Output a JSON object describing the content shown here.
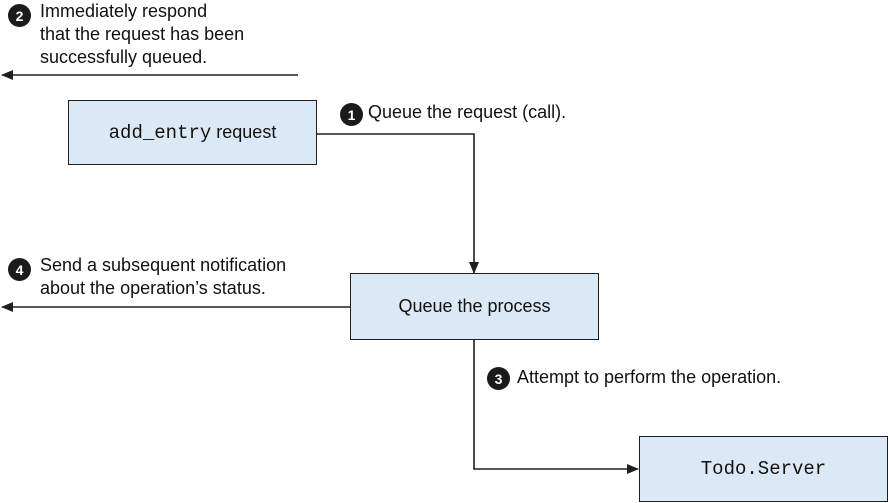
{
  "nodes": {
    "add_entry": {
      "code": "add_entry",
      "text": "request"
    },
    "queue_process": {
      "label": "Queue the process"
    },
    "todo_server": {
      "label": "Todo.Server"
    }
  },
  "steps": [
    {
      "number": "1",
      "text": [
        "Queue the request (call)."
      ]
    },
    {
      "number": "2",
      "text": [
        "Immediately respond",
        "that the request has been",
        "successfully queued."
      ]
    },
    {
      "number": "3",
      "text": [
        "Attempt to perform the operation."
      ]
    },
    {
      "number": "4",
      "text": [
        "Send a subsequent notification",
        "about the operation’s status."
      ]
    }
  ],
  "colors": {
    "box_fill": "#dbe9f7",
    "stroke": "#1f1f1f",
    "badge_fill": "#1b1b1b"
  }
}
